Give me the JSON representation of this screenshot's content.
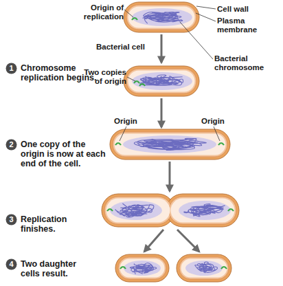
{
  "diagram": {
    "nodes": [
      {
        "text": [
          "1"
        ]
      },
      {
        "text": [
          "2"
        ]
      },
      {
        "text": [
          "3"
        ]
      },
      {
        "text": [
          "4"
        ]
      }
    ],
    "labels": [
      "Origin of replication",
      "Cell wall",
      "Plasma membrane",
      "Bacterial cell",
      "Bacterial chromosome",
      "Chromosome replication begins.",
      "Two copies of origin",
      "Origin",
      "Origin",
      "One copy of the origin is now at each end of the cell.",
      "Replication finishes.",
      "Two daughter cells result."
    ]
  }
}
